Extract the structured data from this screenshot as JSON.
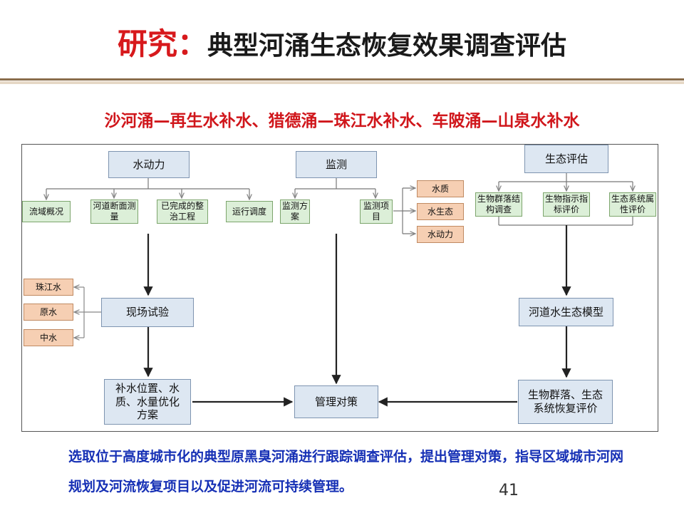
{
  "title": {
    "prefix": "研究：",
    "main": "典型河涌生态恢复效果调查评估"
  },
  "subtitle": "沙河涌—再生水补水、猎德涌—珠江水补水、车陂涌—山泉水补水",
  "diagram": {
    "hydro": "水动力",
    "monitor": "监测",
    "eco_eval": "生态评估",
    "basin": "流域概况",
    "section": "河道断面测量",
    "completed": "已完成的整治工程",
    "dispatch": "运行调度",
    "plan": "监测方案",
    "items": "监测项目",
    "wq": "水质",
    "ecology": "水生态",
    "dynamics": "水动力",
    "community": "生物群落结构调查",
    "indicator": "生物指示指标评价",
    "attribute": "生态系统属性评价",
    "src_pearl": "珠江水",
    "src_raw": "原水",
    "src_middle": "中水",
    "field": "现场试验",
    "model": "河道水生态模型",
    "optimize": "补水位置、水质、水量优化方案",
    "mgmt": "管理对策",
    "recovery": "生物群落、生态系统恢复评价"
  },
  "footer": {
    "text": "选取位于高度城市化的典型原黑臭河涌进行跟踪调查评估，提出管理对策，指导区域城市河网规划及河流恢复项目以及促进河流可持续管理。",
    "page": "41"
  }
}
